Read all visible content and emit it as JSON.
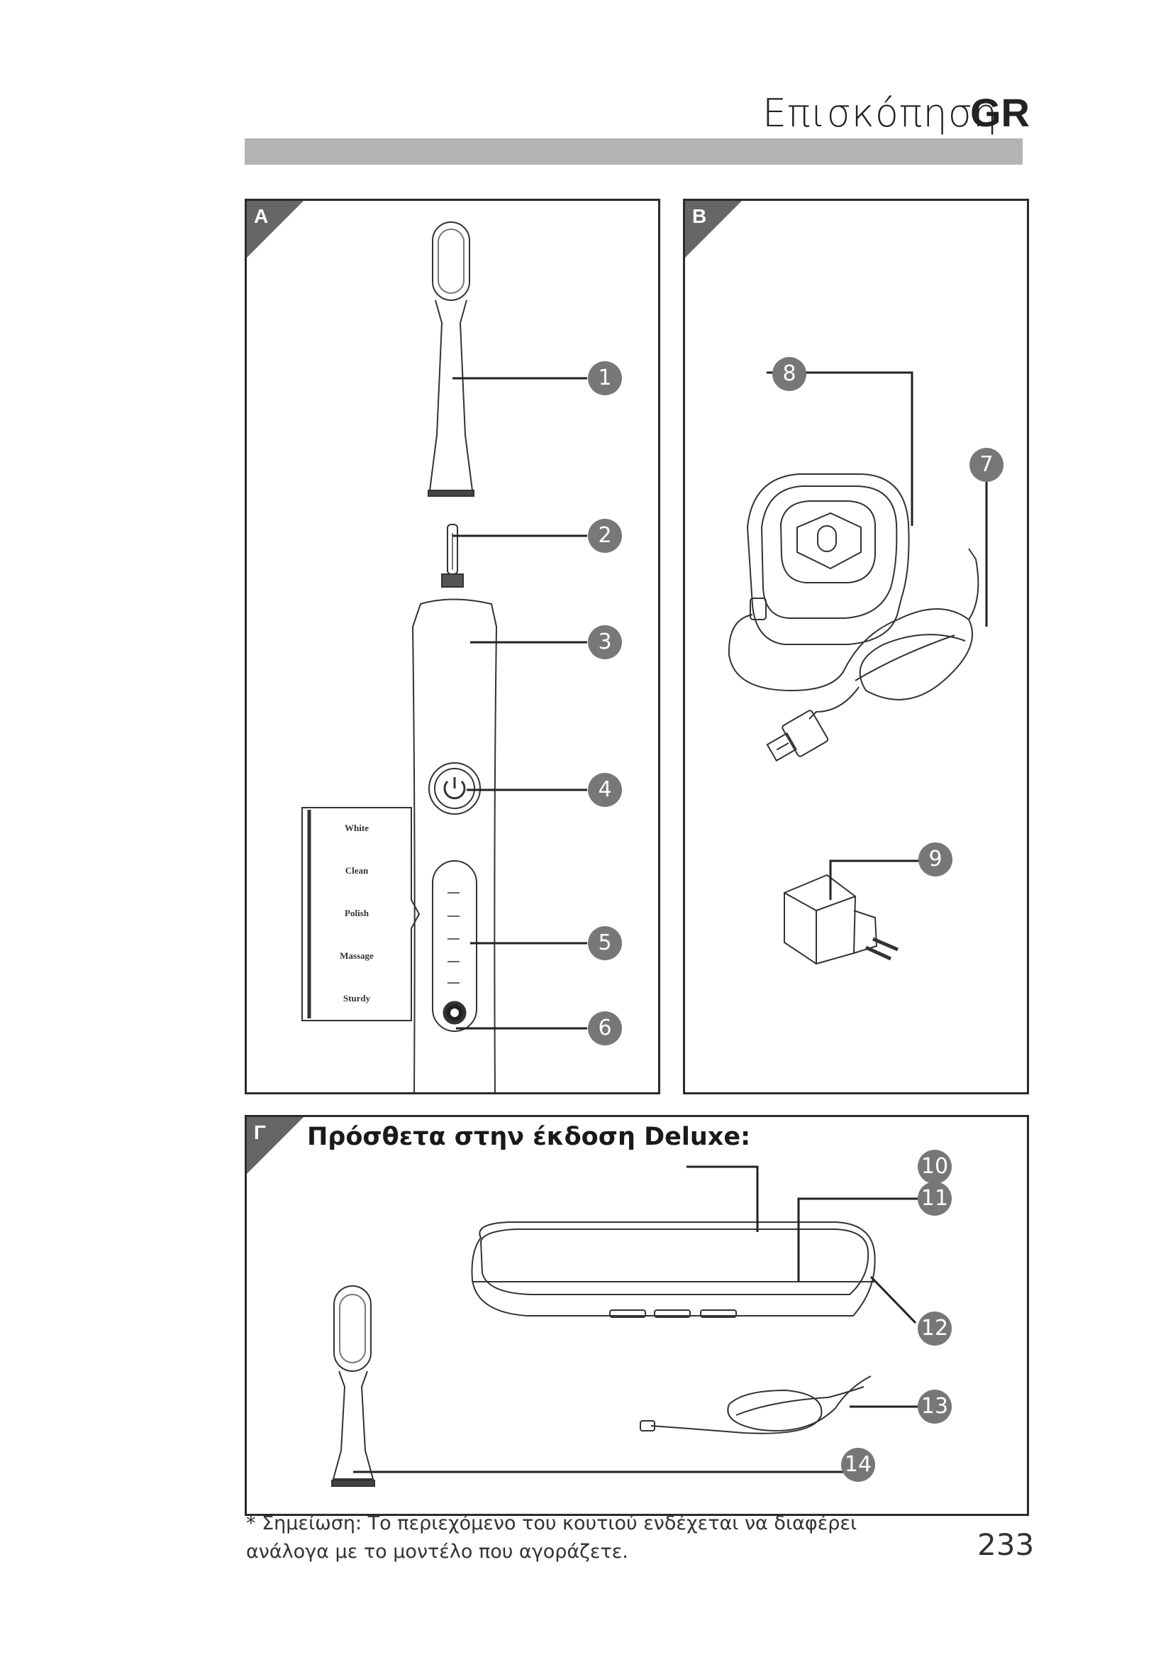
{
  "header": {
    "title": "Επισκόπηση",
    "lang": "GR"
  },
  "panels": {
    "a": {
      "label": "A"
    },
    "b": {
      "label": "B"
    },
    "c": {
      "label": "Γ",
      "title": "Πρόσθετα στην έκδοση Deluxe:"
    }
  },
  "callouts": [
    "1",
    "2",
    "3",
    "4",
    "5",
    "6",
    "7",
    "8",
    "9",
    "10",
    "11",
    "12",
    "13",
    "14"
  ],
  "mode_labels": [
    "White",
    "Clean",
    "Polish",
    "Massage",
    "Sturdy"
  ],
  "footer": {
    "note": "* Σημείωση: Το περιεχόμενο του κουτιού ενδέχεται να διαφέρει ανάλογα με το μοντέλο που αγοράζετε.",
    "page_number": "233"
  }
}
